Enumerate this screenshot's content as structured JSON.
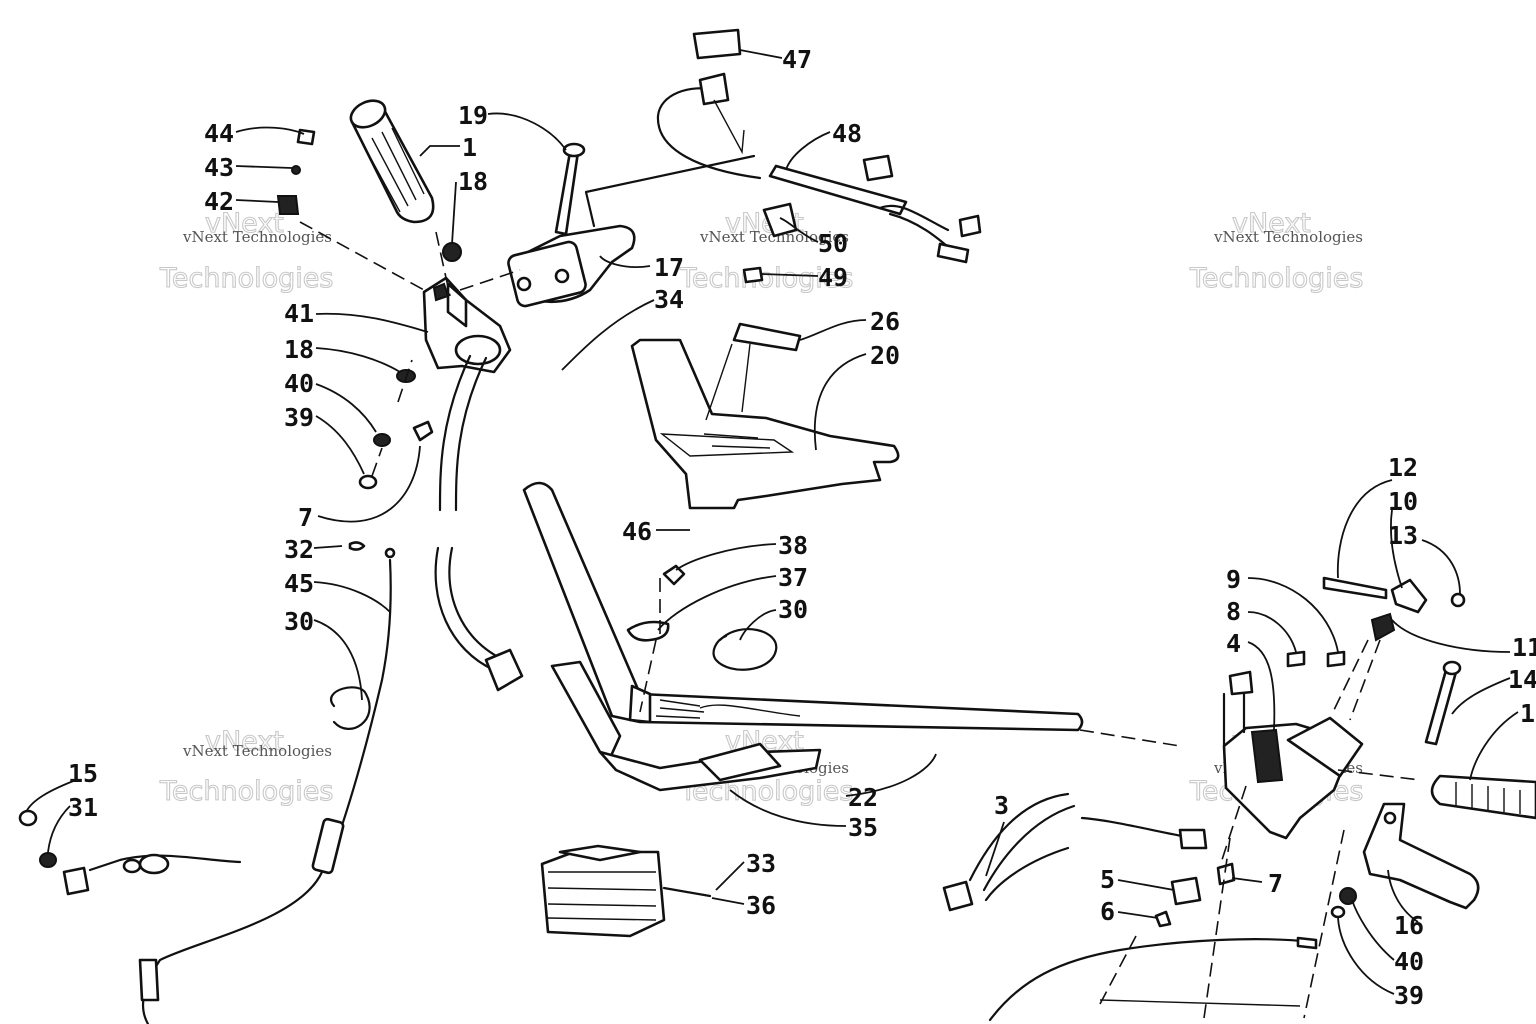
{
  "watermark": {
    "brand_line1": "vNext",
    "brand_line2": "Technologies",
    "caption": "vNext Technologies"
  },
  "callouts": {
    "c1": "1",
    "c18a": "18",
    "c19": "19",
    "c17": "17",
    "c34": "34",
    "c41": "41",
    "c18b": "18",
    "c40a": "40",
    "c39a": "39",
    "c7a": "7",
    "c44": "44",
    "c43": "43",
    "c42": "42",
    "c47": "47",
    "c48": "48",
    "c50": "50",
    "c49": "49",
    "c26": "26",
    "c20": "20",
    "c46": "46",
    "c32": "32",
    "c45": "45",
    "c30a": "30",
    "c38": "38",
    "c37": "37",
    "c30b": "30",
    "c15": "15",
    "c31": "31",
    "c22": "22",
    "c35": "35",
    "c33": "33",
    "c36": "36",
    "c3": "3",
    "c7b": "7",
    "c5": "5",
    "c6": "6",
    "c9": "9",
    "c8": "8",
    "c4": "4",
    "c12": "12",
    "c10": "10",
    "c13": "13",
    "c11": "11",
    "c14": "14",
    "c1b": "1",
    "c16": "16",
    "c40b": "40",
    "c39b": "39"
  }
}
